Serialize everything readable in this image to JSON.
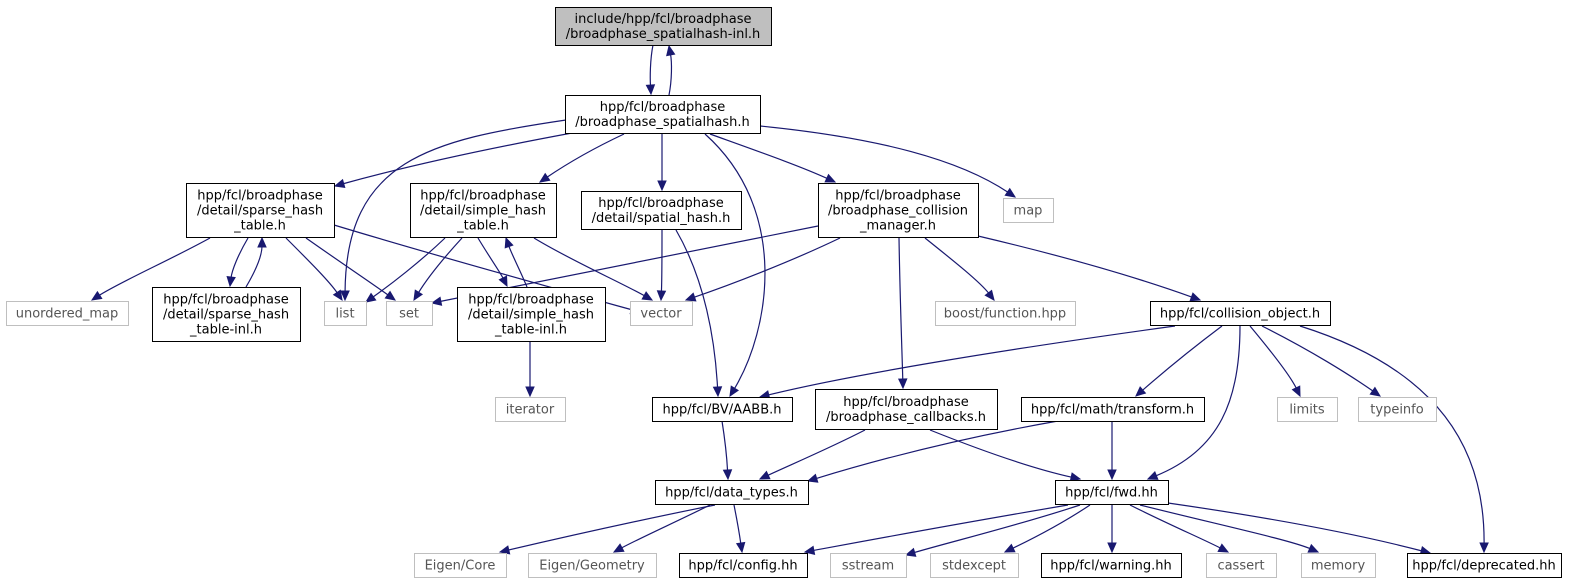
{
  "graph": {
    "nodes": [
      {
        "id": "root",
        "kind": "root",
        "lines": [
          "include/hpp/fcl/broadphase",
          "/broadphase_spatialhash-inl.h"
        ]
      },
      {
        "id": "sh",
        "kind": "doc",
        "lines": [
          "hpp/fcl/broadphase",
          "/broadphase_spatialhash.h"
        ]
      },
      {
        "id": "sparse",
        "kind": "doc",
        "lines": [
          "hpp/fcl/broadphase",
          "/detail/sparse_hash",
          "_table.h"
        ]
      },
      {
        "id": "simple",
        "kind": "doc",
        "lines": [
          "hpp/fcl/broadphase",
          "/detail/simple_hash",
          "_table.h"
        ]
      },
      {
        "id": "spatial",
        "kind": "doc",
        "lines": [
          "hpp/fcl/broadphase",
          "/detail/spatial_hash.h"
        ]
      },
      {
        "id": "cman",
        "kind": "doc",
        "lines": [
          "hpp/fcl/broadphase",
          "/broadphase_collision",
          "_manager.h"
        ]
      },
      {
        "id": "map",
        "kind": "ext",
        "lines": [
          "map"
        ]
      },
      {
        "id": "umap",
        "kind": "ext",
        "lines": [
          "unordered_map"
        ]
      },
      {
        "id": "sparseinl",
        "kind": "doc",
        "lines": [
          "hpp/fcl/broadphase",
          "/detail/sparse_hash",
          "_table-inl.h"
        ]
      },
      {
        "id": "list",
        "kind": "ext",
        "lines": [
          "list"
        ]
      },
      {
        "id": "set",
        "kind": "ext",
        "lines": [
          "set"
        ]
      },
      {
        "id": "simpleinl",
        "kind": "doc",
        "lines": [
          "hpp/fcl/broadphase",
          "/detail/simple_hash",
          "_table-inl.h"
        ]
      },
      {
        "id": "vector",
        "kind": "ext",
        "lines": [
          "vector"
        ]
      },
      {
        "id": "bfunc",
        "kind": "ext",
        "lines": [
          "boost/function.hpp"
        ]
      },
      {
        "id": "cobj",
        "kind": "doc",
        "lines": [
          "hpp/fcl/collision_object.h"
        ]
      },
      {
        "id": "iterator",
        "kind": "ext",
        "lines": [
          "iterator"
        ]
      },
      {
        "id": "aabb",
        "kind": "doc",
        "lines": [
          "hpp/fcl/BV/AABB.h"
        ]
      },
      {
        "id": "callbacks",
        "kind": "doc",
        "lines": [
          "hpp/fcl/broadphase",
          "/broadphase_callbacks.h"
        ]
      },
      {
        "id": "transform",
        "kind": "doc",
        "lines": [
          "hpp/fcl/math/transform.h"
        ]
      },
      {
        "id": "limits",
        "kind": "ext",
        "lines": [
          "limits"
        ]
      },
      {
        "id": "typeinfo",
        "kind": "ext",
        "lines": [
          "typeinfo"
        ]
      },
      {
        "id": "dtypes",
        "kind": "doc",
        "lines": [
          "hpp/fcl/data_types.h"
        ]
      },
      {
        "id": "fwd",
        "kind": "doc",
        "lines": [
          "hpp/fcl/fwd.hh"
        ]
      },
      {
        "id": "eigcore",
        "kind": "ext",
        "lines": [
          "Eigen/Core"
        ]
      },
      {
        "id": "eiggeo",
        "kind": "ext",
        "lines": [
          "Eigen/Geometry"
        ]
      },
      {
        "id": "config",
        "kind": "doc",
        "lines": [
          "hpp/fcl/config.hh"
        ]
      },
      {
        "id": "sstream",
        "kind": "ext",
        "lines": [
          "sstream"
        ]
      },
      {
        "id": "stdexcept",
        "kind": "ext",
        "lines": [
          "stdexcept"
        ]
      },
      {
        "id": "warning",
        "kind": "doc",
        "lines": [
          "hpp/fcl/warning.hh"
        ]
      },
      {
        "id": "cassert",
        "kind": "ext",
        "lines": [
          "cassert"
        ]
      },
      {
        "id": "memory",
        "kind": "ext",
        "lines": [
          "memory"
        ]
      },
      {
        "id": "deprecated",
        "kind": "doc",
        "lines": [
          "hpp/fcl/deprecated.hh"
        ]
      }
    ],
    "edges": [
      [
        "root",
        "sh"
      ],
      [
        "sh",
        "root"
      ],
      [
        "sh",
        "list"
      ],
      [
        "sh",
        "sparse"
      ],
      [
        "sh",
        "simple"
      ],
      [
        "sh",
        "spatial"
      ],
      [
        "sh",
        "aabb"
      ],
      [
        "sh",
        "cman"
      ],
      [
        "sh",
        "map"
      ],
      [
        "sparse",
        "umap"
      ],
      [
        "sparse",
        "sparseinl"
      ],
      [
        "sparseinl",
        "sparse"
      ],
      [
        "sparse",
        "list"
      ],
      [
        "sparse",
        "set"
      ],
      [
        "sparse",
        "vector"
      ],
      [
        "simple",
        "list"
      ],
      [
        "simple",
        "set"
      ],
      [
        "simple",
        "simpleinl"
      ],
      [
        "simpleinl",
        "simple"
      ],
      [
        "simple",
        "vector"
      ],
      [
        "simpleinl",
        "iterator"
      ],
      [
        "spatial",
        "vector"
      ],
      [
        "spatial",
        "aabb"
      ],
      [
        "cman",
        "set"
      ],
      [
        "cman",
        "vector"
      ],
      [
        "cman",
        "bfunc"
      ],
      [
        "cman",
        "callbacks"
      ],
      [
        "cman",
        "cobj"
      ],
      [
        "cobj",
        "aabb"
      ],
      [
        "cobj",
        "transform"
      ],
      [
        "cobj",
        "fwd"
      ],
      [
        "cobj",
        "limits"
      ],
      [
        "cobj",
        "typeinfo"
      ],
      [
        "cobj",
        "deprecated"
      ],
      [
        "aabb",
        "dtypes"
      ],
      [
        "callbacks",
        "dtypes"
      ],
      [
        "callbacks",
        "fwd"
      ],
      [
        "transform",
        "dtypes"
      ],
      [
        "transform",
        "fwd"
      ],
      [
        "dtypes",
        "eigcore"
      ],
      [
        "dtypes",
        "eiggeo"
      ],
      [
        "dtypes",
        "config"
      ],
      [
        "fwd",
        "config"
      ],
      [
        "fwd",
        "sstream"
      ],
      [
        "fwd",
        "stdexcept"
      ],
      [
        "fwd",
        "warning"
      ],
      [
        "fwd",
        "cassert"
      ],
      [
        "fwd",
        "memory"
      ],
      [
        "fwd",
        "deprecated"
      ]
    ]
  },
  "colors": {
    "edge": "#191970",
    "root_fill": "#bfbfbf",
    "node_border": "#000000",
    "external_border": "#bfbfbf"
  }
}
